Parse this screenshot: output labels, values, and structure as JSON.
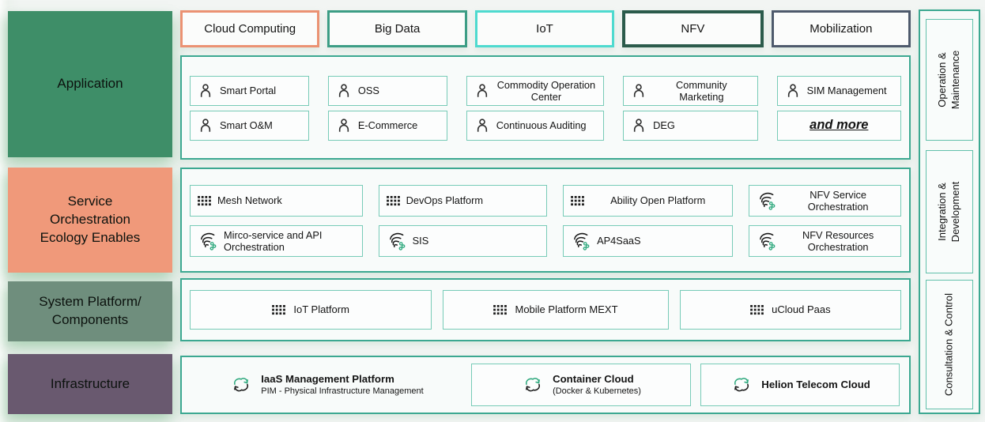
{
  "left_blocks": [
    {
      "label": "Application",
      "color": "#3E8E68"
    },
    {
      "label": "Service Orchestration Ecology Enables",
      "color": "#F0997A"
    },
    {
      "label": "System Platform/ Components",
      "color": "#6F8E7D"
    },
    {
      "label": "Infrastructure",
      "color": "#69596F"
    }
  ],
  "top_tabs": [
    {
      "label": "Cloud Computing",
      "border_color": "#EB9273"
    },
    {
      "label": "Big Data",
      "border_color": "#3C9D85"
    },
    {
      "label": "IoT",
      "border_color": "#4EDACF"
    },
    {
      "label": "NFV",
      "border_color": "#2B5B4B"
    },
    {
      "label": "Mobilization",
      "border_color": "#4E5A6C"
    }
  ],
  "application": {
    "row1": [
      {
        "icon": "person-icon",
        "label": "Smart Portal"
      },
      {
        "icon": "person-icon",
        "label": "OSS"
      },
      {
        "icon": "person-icon",
        "label": "Commodity Operation Center"
      },
      {
        "icon": "person-icon",
        "label": "Community Marketing"
      },
      {
        "icon": "person-icon",
        "label": "SIM Management"
      }
    ],
    "row2": [
      {
        "icon": "person-icon",
        "label": "Smart O&M"
      },
      {
        "icon": "person-icon",
        "label": "E-Commerce"
      },
      {
        "icon": "person-icon",
        "label": "Continuous Auditing"
      },
      {
        "icon": "person-icon",
        "label": "DEG"
      },
      {
        "icon": "none",
        "label": "and more"
      }
    ]
  },
  "service_orchestration": {
    "row1": [
      {
        "icon": "grid-icon",
        "label": "Mesh Network"
      },
      {
        "icon": "grid-icon",
        "label": "DevOps Platform"
      },
      {
        "icon": "grid-icon",
        "label": "Ability Open Platform"
      },
      {
        "icon": "orchestration-swirl-icon",
        "label": "NFV Service Orchestration"
      }
    ],
    "row2": [
      {
        "icon": "orchestration-swirl-icon",
        "label": "Mirco-service and API Orchestration"
      },
      {
        "icon": "orchestration-swirl-icon",
        "label": "SIS"
      },
      {
        "icon": "orchestration-swirl-icon",
        "label": "AP4SaaS"
      },
      {
        "icon": "orchestration-swirl-icon",
        "label": "NFV Resources Orchestration"
      }
    ]
  },
  "system_platform": {
    "items": [
      {
        "icon": "grid-icon",
        "label": "IoT Platform"
      },
      {
        "icon": "grid-icon",
        "label": "Mobile Platform MEXT"
      },
      {
        "icon": "grid-icon",
        "label": "uCloud Paas"
      }
    ]
  },
  "infrastructure": {
    "items": [
      {
        "icon": "cloud-sync-icon",
        "label": "IaaS Management Platform",
        "sublabel": "PIM - Physical Infrastructure Management"
      },
      {
        "icon": "cloud-sync-icon",
        "label": "Container Cloud",
        "sublabel": "(Docker & Kubernetes)"
      },
      {
        "icon": "cloud-sync-icon",
        "label": "Helion Telecom Cloud"
      }
    ]
  },
  "side_panel": {
    "items": [
      {
        "label": "Operation & Maintenance"
      },
      {
        "label": "Integration & Development"
      },
      {
        "label": "Consultation & Control"
      }
    ]
  },
  "palette": {
    "container_border": "#3CA891",
    "item_border": "#77CBB7",
    "icon_green": "#2FA97E",
    "background": "#F2F5F3"
  }
}
